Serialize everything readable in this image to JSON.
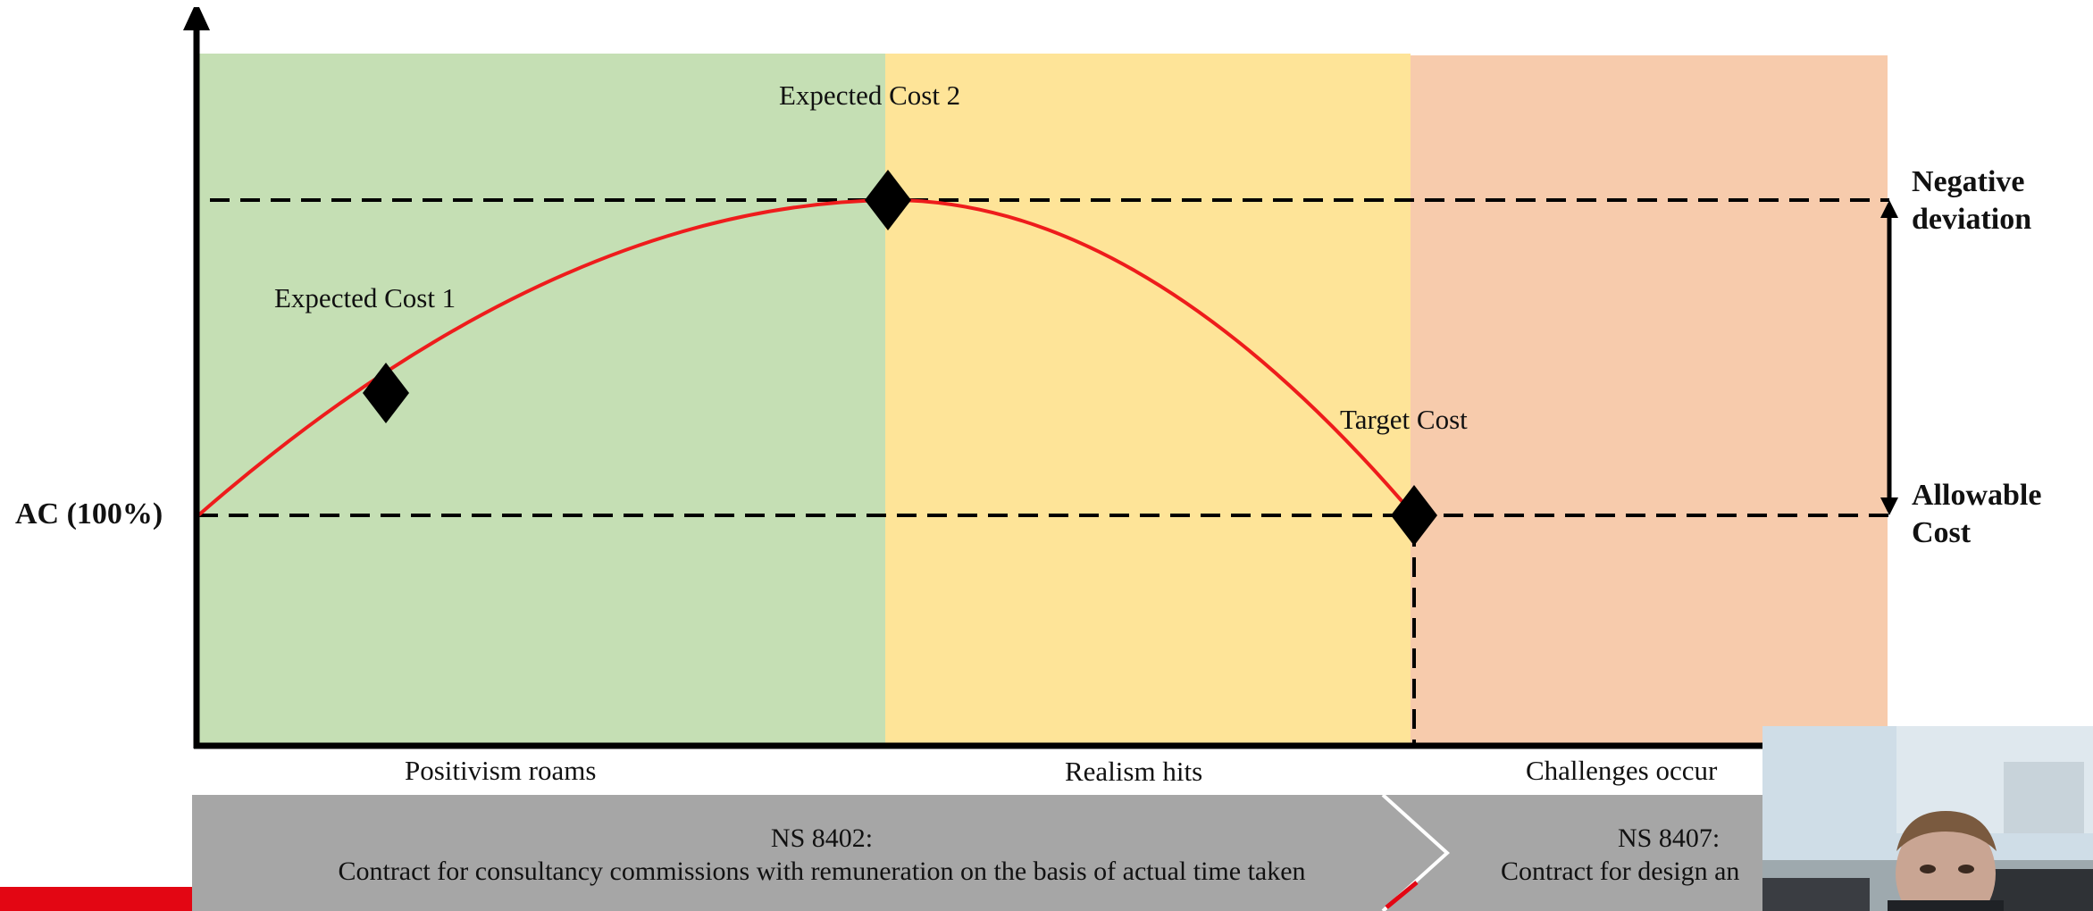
{
  "diagram": {
    "y_axis_label": "AC (100%)",
    "phases": [
      {
        "label": "Positivism roams",
        "color": "#c5dfb4"
      },
      {
        "label": "Realism hits",
        "color": "#fee498"
      },
      {
        "label": "Challenges occur",
        "color": "#f7cbac"
      }
    ],
    "points": [
      {
        "label": "Expected Cost 1"
      },
      {
        "label": "Expected Cost 2"
      },
      {
        "label": "Target Cost"
      }
    ],
    "right_labels": {
      "negative_deviation": [
        "Negative",
        "deviation"
      ],
      "allowable_cost": [
        "Allowable",
        "Cost"
      ]
    },
    "curve_color": "#ee1c1c"
  },
  "contracts": [
    {
      "code": "NS 8402:",
      "description": "Contract for consultancy commissions with remuneration on the basis of actual time taken"
    },
    {
      "code": "NS 8407:",
      "description": "Contract for design an"
    }
  ],
  "colors": {
    "contract_bar": "#a6a6a6",
    "accent_red": "#e30613",
    "axis": "#000000"
  }
}
